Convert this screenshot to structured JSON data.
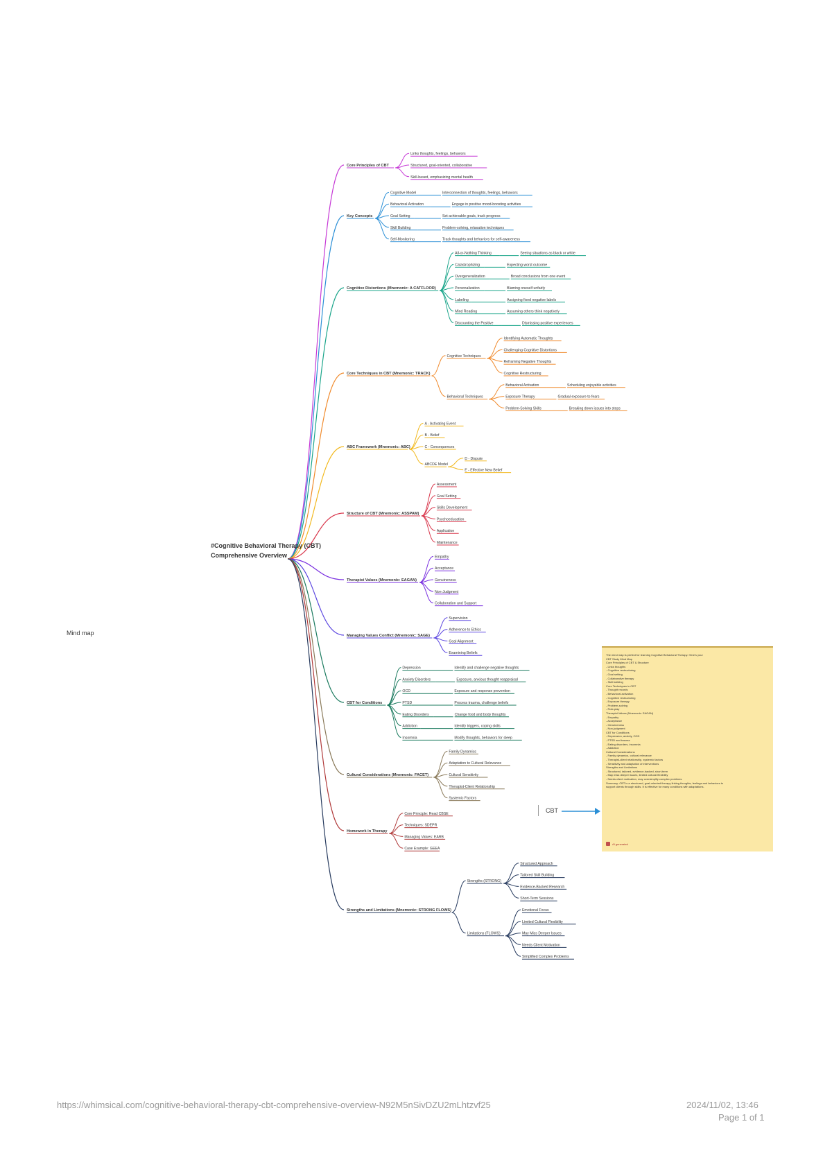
{
  "page_label": "Mind map",
  "root": "#Cognitive Behavioral Therapy (CBT) Comprehensive Overview",
  "branches": [
    {
      "label": "Core Principles of CBT",
      "color": "#c639d6",
      "children": [
        {
          "label": "Links thoughts, feelings, behaviors"
        },
        {
          "label": "Structured, goal-oriented, collaborative"
        },
        {
          "label": "Skill-based, emphasizing mental health"
        }
      ]
    },
    {
      "label": "Key Concepts",
      "color": "#2b8fd6",
      "children": [
        {
          "label": "Cognitive Model",
          "leaf": "Interconnection of thoughts, feelings, behaviors"
        },
        {
          "label": "Behavioral Activation",
          "leaf": "Engage in positive mood-boosting activities"
        },
        {
          "label": "Goal Setting",
          "leaf": "Set achievable goals, track progress"
        },
        {
          "label": "Skill Building",
          "leaf": "Problem-solving, relaxation techniques"
        },
        {
          "label": "Self-Monitoring",
          "leaf": "Track thoughts and behaviors for self-awareness"
        }
      ]
    },
    {
      "label": "Cognitive Distortions (Mnemonic: A CATFLOOR)",
      "color": "#1aa58a",
      "children": [
        {
          "label": "All-or-Nothing Thinking",
          "leaf": "Seeing situations as black or white"
        },
        {
          "label": "Catastrophizing",
          "leaf": "Expecting worst outcome"
        },
        {
          "label": "Overgeneralization",
          "leaf": "Broad conclusions from one event"
        },
        {
          "label": "Personalization",
          "leaf": "Blaming oneself unfairly"
        },
        {
          "label": "Labeling",
          "leaf": "Assigning fixed negative labels"
        },
        {
          "label": "Mind Reading",
          "leaf": "Assuming others think negatively"
        },
        {
          "label": "Discounting the Positive",
          "leaf": "Dismissing positive experiences"
        }
      ]
    },
    {
      "label": "Core Techniques in CBT (Mnemonic: TRACK)",
      "color": "#f08a2c",
      "children": [
        {
          "label": "Cognitive Techniques",
          "children": [
            {
              "label": "Identifying Automatic Thoughts"
            },
            {
              "label": "Challenging Cognitive Distortions"
            },
            {
              "label": "Reframing Negative Thoughts"
            },
            {
              "label": "Cognitive Restructuring"
            }
          ]
        },
        {
          "label": "Behavioral Techniques",
          "children": [
            {
              "label": "Behavioral Activation",
              "leaf": "Scheduling enjoyable activities"
            },
            {
              "label": "Exposure Therapy",
              "leaf": "Gradual exposure to fears"
            },
            {
              "label": "Problem-Solving Skills",
              "leaf": "Breaking down issues into steps"
            }
          ]
        }
      ]
    },
    {
      "label": "ABC Framework (Mnemonic: ABC)",
      "color": "#f2b81c",
      "children": [
        {
          "label": "A - Activating Event"
        },
        {
          "label": "B - Belief"
        },
        {
          "label": "C - Consequences"
        },
        {
          "label": "ABCDE Model",
          "children": [
            {
              "label": "D - Dispute"
            },
            {
              "label": "E - Effective New Belief"
            }
          ]
        }
      ]
    },
    {
      "label": "Structure of CBT (Mnemonic: ASSPAM)",
      "color": "#d9384d",
      "children": [
        {
          "label": "Assessment"
        },
        {
          "label": "Goal Setting"
        },
        {
          "label": "Skills Development"
        },
        {
          "label": "Psychoeducation"
        },
        {
          "label": "Application"
        },
        {
          "label": "Maintenance"
        }
      ]
    },
    {
      "label": "Therapist Values (Mnemonic: EAGAN)",
      "color": "#7a2fe0",
      "children": [
        {
          "label": "Empathy"
        },
        {
          "label": "Acceptance"
        },
        {
          "label": "Genuineness"
        },
        {
          "label": "Non-Judgment"
        },
        {
          "label": "Collaboration and Support"
        }
      ]
    },
    {
      "label": "Managing Values Conflict (Mnemonic: SAGE)",
      "color": "#5b46e0",
      "children": [
        {
          "label": "Supervision"
        },
        {
          "label": "Adherence to Ethics"
        },
        {
          "label": "Goal Alignment"
        },
        {
          "label": "Examining Beliefs"
        }
      ]
    },
    {
      "label": "CBT for Conditions",
      "color": "#1a7a5e",
      "children": [
        {
          "label": "Depression",
          "leaf": "Identify and challenge negative thoughts"
        },
        {
          "label": "Anxiety Disorders",
          "leaf": "Exposure, anxious thought reappraisal"
        },
        {
          "label": "OCD",
          "leaf": "Exposure and response prevention"
        },
        {
          "label": "PTSD",
          "leaf": "Process trauma, challenge beliefs"
        },
        {
          "label": "Eating Disorders",
          "leaf": "Change food and body thoughts"
        },
        {
          "label": "Addiction",
          "leaf": "Identify triggers, coping skills"
        },
        {
          "label": "Insomnia",
          "leaf": "Modify thoughts, behaviors for sleep"
        }
      ]
    },
    {
      "label": "Cultural Considerations (Mnemonic: FACET)",
      "color": "#8a7a5a",
      "children": [
        {
          "label": "Family Dynamics"
        },
        {
          "label": "Adaptation to Cultural Relevance"
        },
        {
          "label": "Cultural Sensitivity"
        },
        {
          "label": "Therapist-Client Relationship"
        },
        {
          "label": "Systemic Factors"
        }
      ]
    },
    {
      "label": "Homework in Therapy",
      "color": "#b03a3a",
      "children": [
        {
          "label": "Core Principle: Read CBSE"
        },
        {
          "label": "Techniques: SDEPR"
        },
        {
          "label": "Managing Values: EARB"
        },
        {
          "label": "Case Example: GEEA"
        }
      ]
    },
    {
      "label": "Strengths and Limitations (Mnemonic: STRONG FLOWS)",
      "color": "#263a5e",
      "children": [
        {
          "label": "Strengths (STRONG)",
          "children": [
            {
              "label": "Structured Approach"
            },
            {
              "label": "Tailored Skill Building"
            },
            {
              "label": "Evidence-Backed Research"
            },
            {
              "label": "Short-Term Sessions"
            }
          ]
        },
        {
          "label": "Limitations (FLOWS)",
          "children": [
            {
              "label": "Emotional Focus"
            },
            {
              "label": "Limited Cultural Flexibility"
            },
            {
              "label": "May Miss Deeper Issues"
            },
            {
              "label": "Needs Client Motivation"
            },
            {
              "label": "Simplified Complex Problems"
            }
          ]
        }
      ]
    }
  ],
  "note_ref": "CBT",
  "note": {
    "lines": [
      "The mind map is perfect for learning Cognitive Behavioral Therapy. Here's your",
      "CBT Study Mind Map",
      "Core Principles of CBT & Structure",
      "- Links thoughts",
      "- Cognitive restructuring",
      "- Goal setting",
      "- Collaborative therapy",
      "- Skill building",
      "Core Techniques in CBT",
      "- Thought records",
      "- Behavioral activation",
      "- Cognitive restructuring",
      "- Exposure therapy",
      "- Problem-solving",
      "- Role-play",
      "Therapist Values (Mnemonic: EAGAN)",
      "- Empathy",
      "- Acceptance",
      "- Genuineness",
      "- Non-judgment",
      "CBT for Conditions",
      "- Depression, anxiety, OCD",
      "- PTSD and trauma",
      "- Eating disorders, insomnia",
      "- Addiction",
      "Cultural Considerations",
      "- Family dynamics, cultural relevance",
      "- Therapist-client relationship, systemic factors",
      "- Sensitivity and adaptation of interventions",
      "Strengths and Limitations",
      "- Structured, tailored, evidence-backed, short-term",
      "- May miss deeper issues, limited cultural flexibility",
      "- Needs client motivation, may oversimplify complex problems",
      "Summary: CBT is a structured, goal-oriented therapy linking thoughts, feelings and behaviors to",
      "support clients through skills. It is effective for many conditions with adaptations."
    ],
    "footer": "AI generated"
  },
  "footer": {
    "url": "https://whimsical.com/cognitive-behavioral-therapy-cbt-comprehensive-overview-N92M5nSivDZU2mLhtzvf25",
    "date": "2024/11/02, 13:46",
    "page": "Page 1 of 1"
  }
}
